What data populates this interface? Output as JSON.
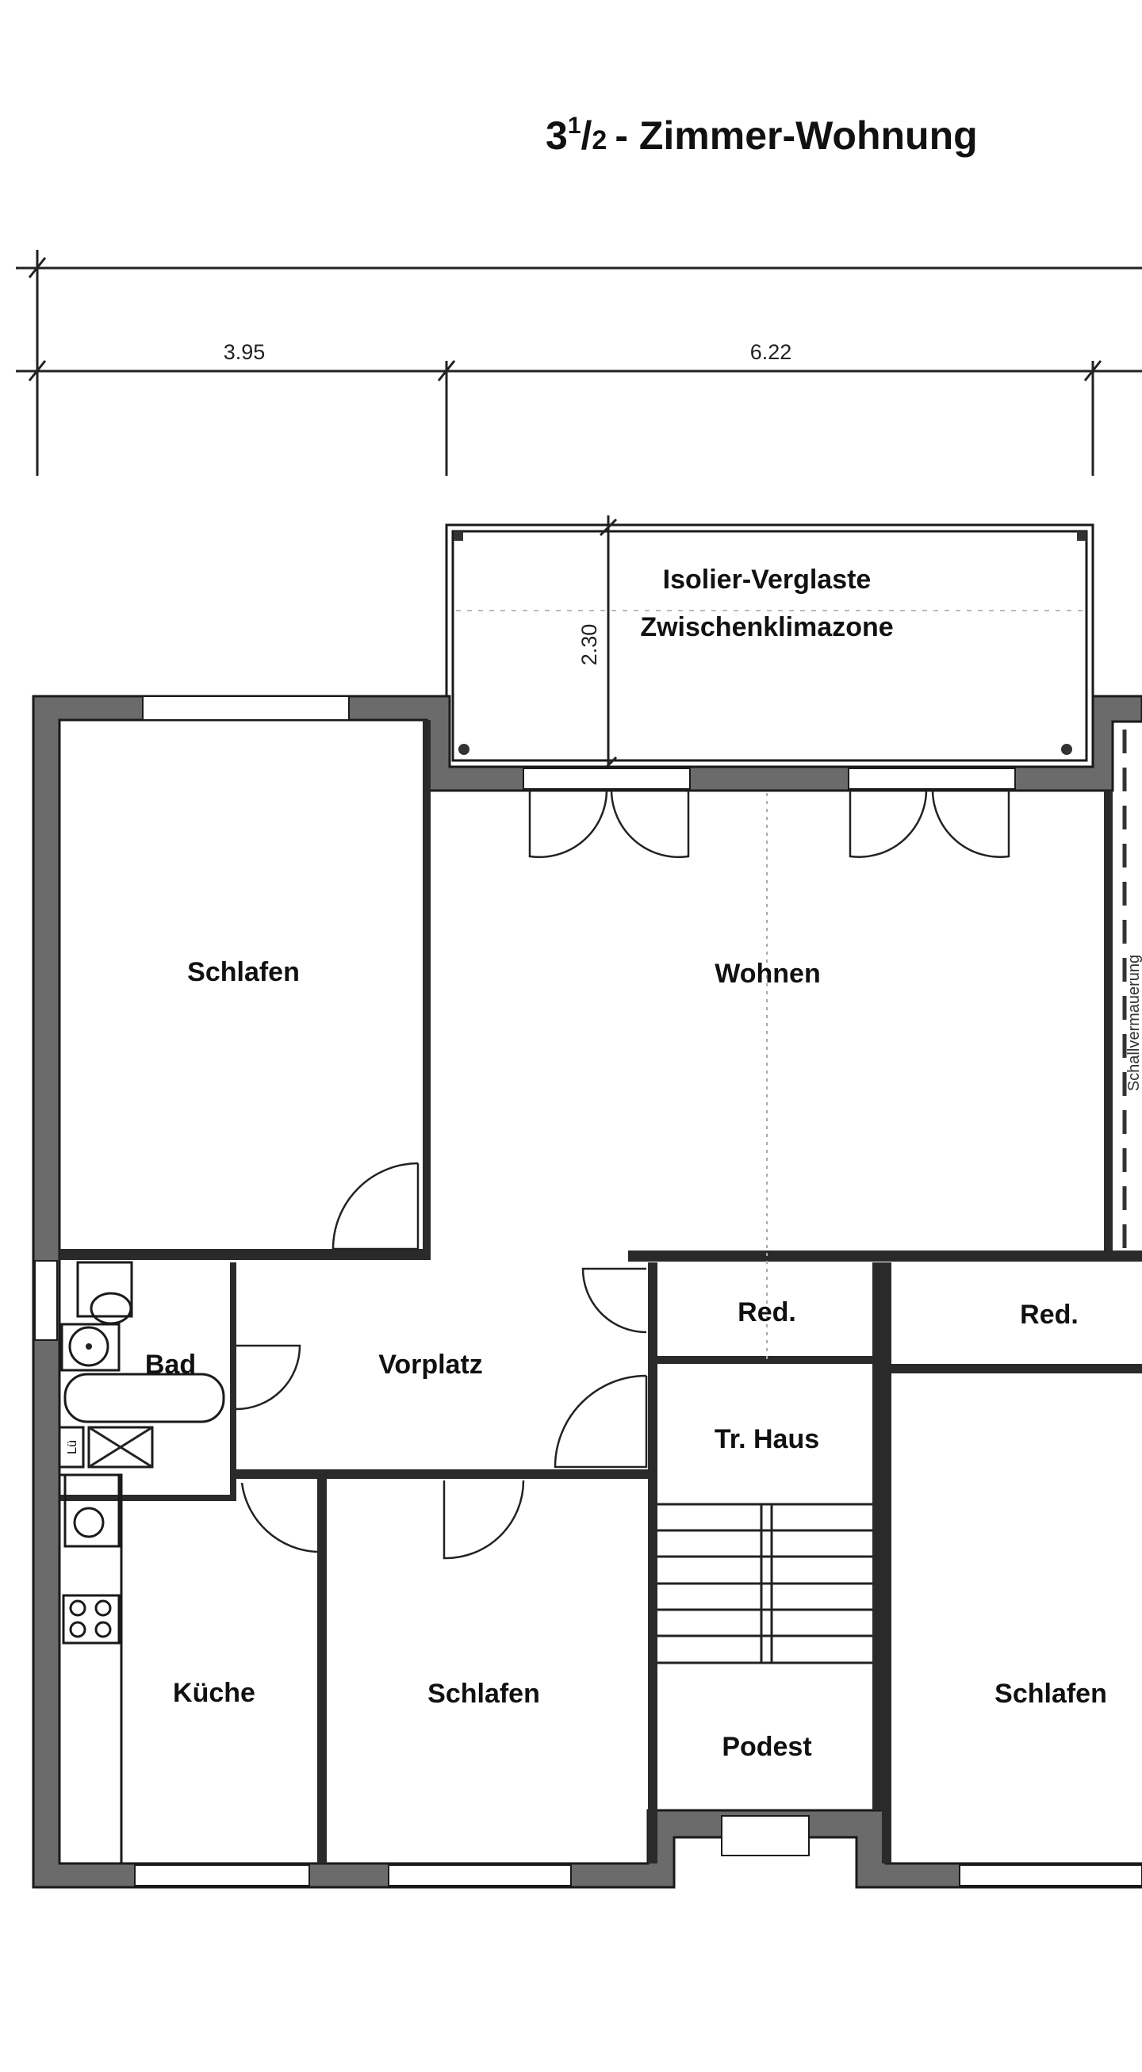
{
  "title": {
    "whole": "3",
    "numerator": "1",
    "denominator": "2",
    "text": "- Zimmer-Wohnung"
  },
  "dimensions": {
    "width_left": "3.95",
    "width_middle": "6.22",
    "balcony_depth": "2.30"
  },
  "balcony": {
    "line1": "Isolier-Verglaste",
    "line2": "Zwischenklimazone"
  },
  "side_note": "Schallvermauerung",
  "rooms": {
    "schlafen_1": "Schlafen",
    "wohnen": "Wohnen",
    "bad": "Bad",
    "vorplatz": "Vorplatz",
    "red_1": "Red.",
    "red_2": "Red.",
    "treppenhaus": "Tr. Haus",
    "kueche": "Küche",
    "schlafen_2": "Schlafen",
    "podest": "Podest",
    "schlafen_3": "Schlafen",
    "lueftung": "Lü"
  },
  "colors": {
    "wall": "#6b6b6b",
    "line": "#1a1a1a",
    "background": "#ffffff"
  }
}
